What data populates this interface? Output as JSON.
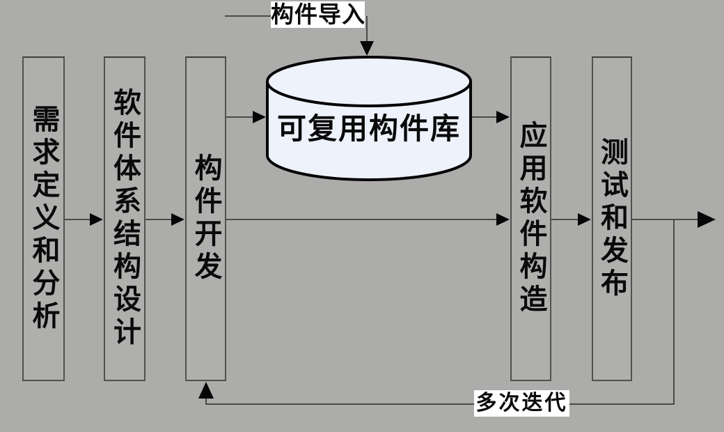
{
  "diagram": {
    "stages": [
      {
        "id": "requirements",
        "label": "需求定义和分析"
      },
      {
        "id": "architecture",
        "label": "软件体系结构设计"
      },
      {
        "id": "component-development",
        "label": "构件开发"
      },
      {
        "id": "application-construction",
        "label": "应用软件构造"
      },
      {
        "id": "test-release",
        "label": "测试和发布"
      }
    ],
    "repository": {
      "label": "可复用构件库"
    },
    "annotations": {
      "import_label": "构件导入",
      "iteration_label": "多次迭代"
    },
    "connectors": [
      {
        "from": "requirements",
        "to": "architecture",
        "arrow": true
      },
      {
        "from": "architecture",
        "to": "component-development",
        "arrow": true
      },
      {
        "from": "component-development",
        "to": "application-construction",
        "arrow": true
      },
      {
        "from": "application-construction",
        "to": "test-release",
        "arrow": true
      },
      {
        "from": "test-release",
        "to": "output",
        "arrow": true
      },
      {
        "from": "component-development",
        "to": "repository",
        "arrow": true
      },
      {
        "from": "repository",
        "to": "application-construction",
        "arrow": true
      },
      {
        "from": "import-label",
        "to": "repository",
        "arrow": true
      },
      {
        "from": "test-release",
        "to": "component-development",
        "arrow": true,
        "note": "feedback loop labelled 多次迭代"
      }
    ],
    "colors": {
      "background": "#acacaa",
      "box_fill": "#afafad",
      "box_border": "#50504e",
      "cylinder_fill": "#eef2fb",
      "cylinder_stroke": "#050505",
      "line": "#4a4a48",
      "arrow": "#060606",
      "label_bg": "#ffffff",
      "text": "#0a0a0a"
    }
  }
}
